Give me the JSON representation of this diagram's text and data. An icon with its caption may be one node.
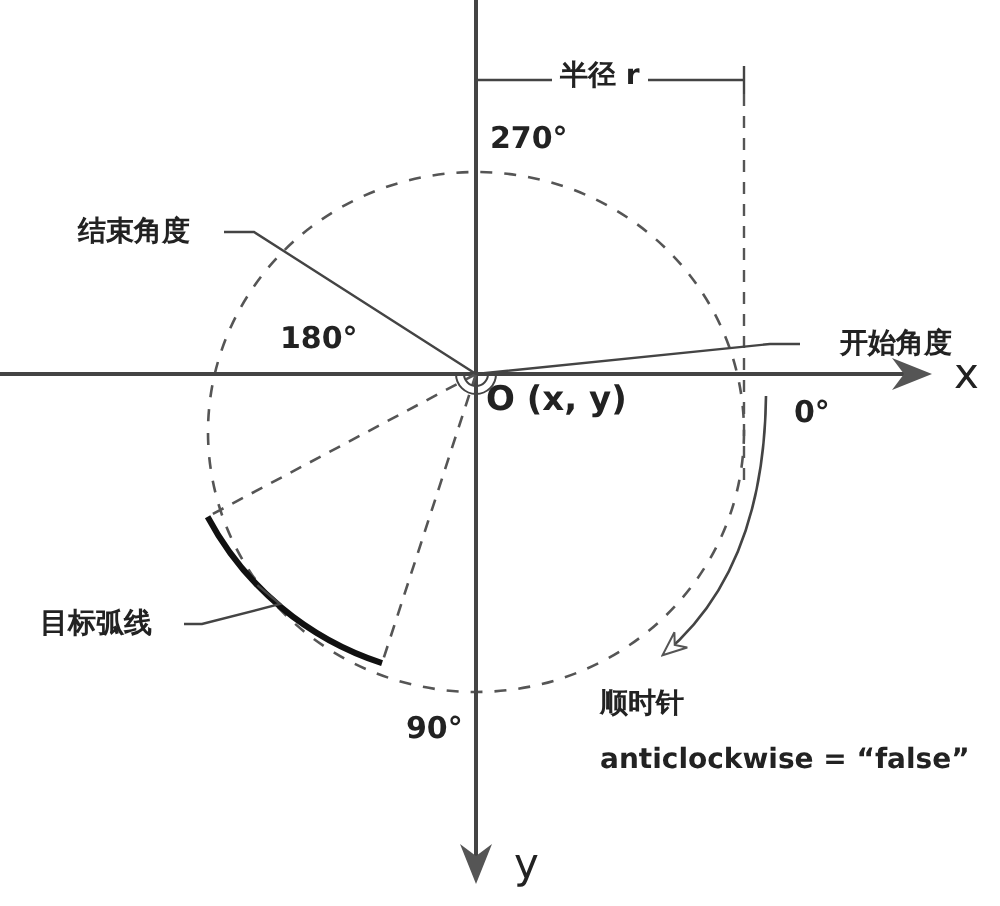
{
  "diagram": {
    "nodes": [
      {
        "text": [
          "结束角度"
        ]
      },
      {
        "text": [
          "开始角度"
        ]
      },
      {
        "text": [
          "目标弧线"
        ]
      },
      {
        "text": [],
        "shape": "arc"
      }
    ],
    "edges": [
      {
        "from": 0,
        "to": 1,
        "arrow": "none"
      },
      {
        "from": 2,
        "to": 3,
        "arrow": "none"
      }
    ],
    "labels": [
      "半径 r",
      "270°",
      "180°",
      "0°",
      "90°",
      "O (x, y)",
      "x",
      "y",
      "顺时针",
      "anticlockwise = “false”"
    ]
  }
}
